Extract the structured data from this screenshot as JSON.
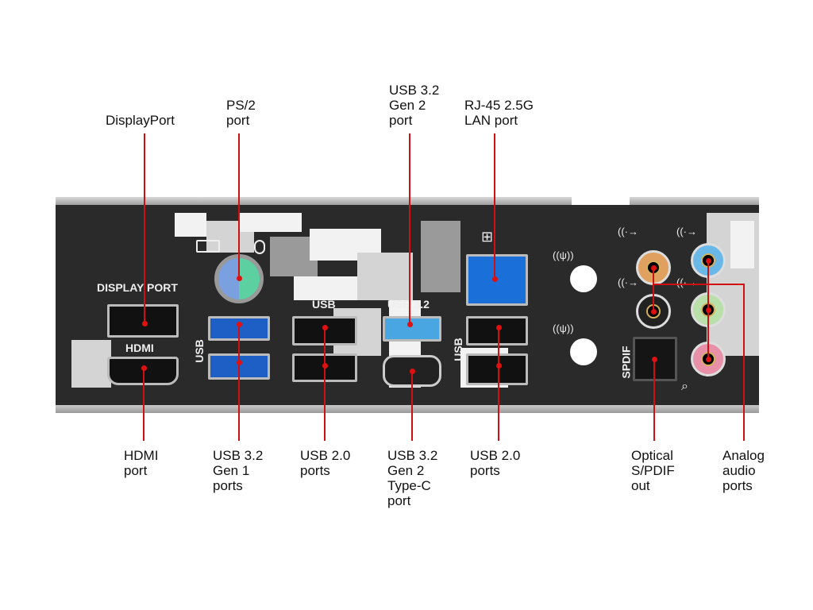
{
  "callouts_top": [
    {
      "id": "displayport",
      "text": "DisplayPort"
    },
    {
      "id": "ps2",
      "text": "PS/2\nport"
    },
    {
      "id": "usb32-gen2",
      "text": "USB 3.2\nGen 2\nport"
    },
    {
      "id": "rj45",
      "text": "RJ-45 2.5G\nLAN port"
    }
  ],
  "callouts_bottom": [
    {
      "id": "hdmi",
      "text": "HDMI\nport"
    },
    {
      "id": "usb32-gen1",
      "text": "USB 3.2\nGen 1\nports"
    },
    {
      "id": "usb20-left",
      "text": "USB 2.0\nports"
    },
    {
      "id": "usb-typec",
      "text": "USB 3.2\nGen 2\nType-C\nport"
    },
    {
      "id": "usb20-right",
      "text": "USB 2.0\nports"
    },
    {
      "id": "spdif",
      "text": "Optical\nS/PDIF\nout"
    },
    {
      "id": "audio",
      "text": "Analog\naudio\nports"
    }
  ],
  "panel_labels": {
    "displayport": "DISPLAY PORT",
    "hdmi": "HDMI",
    "usb_a": "USB",
    "usb_b": "USB",
    "usb32": "USB 3.2",
    "usb_c": "USB",
    "spdif": "SPDIF"
  },
  "colors": {
    "callout_line": "#d01010",
    "panel": "#2a2a2b",
    "usb3_blue": "#1d5fc4",
    "usb32_light": "#4aa6e0",
    "lan_blue": "#1a6fd8"
  }
}
